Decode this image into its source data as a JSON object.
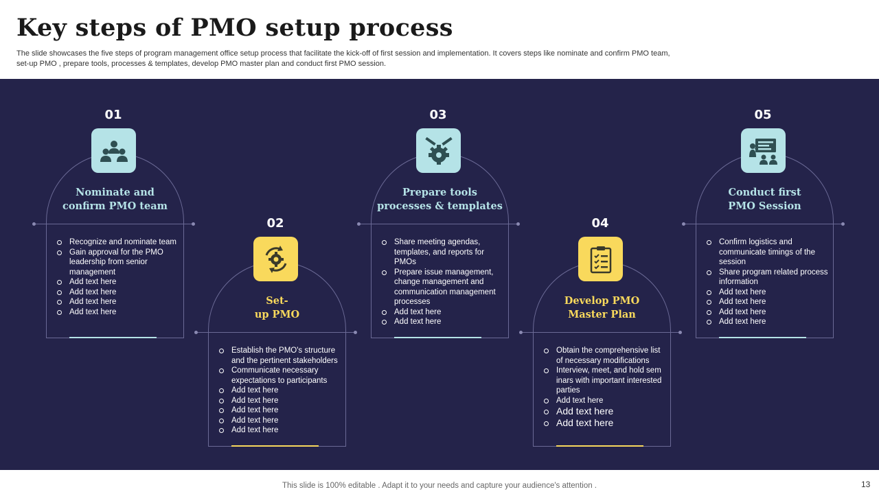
{
  "header": {
    "title": "Key steps of PMO setup process",
    "subtitle": "The slide showcases the five steps of program management office setup process that facilitate the kick-off of first session and implementation. It covers steps like nominate and confirm PMO team, set-up PMO , prepare tools, processes & templates, develop PMO master plan and conduct first PMO session."
  },
  "colors": {
    "panel": "#24234a",
    "teal": "#b5e3e7",
    "yellow": "#f9d95c"
  },
  "steps": [
    {
      "number": "01",
      "icon": "team-icon",
      "title": "Nominate and confirm PMO team",
      "bullets": [
        "Recognize and nominate team",
        "Gain approval for the PMO leadership from senior management",
        "Add text here",
        "Add text here",
        "Add text here",
        "Add text here"
      ]
    },
    {
      "number": "02",
      "icon": "cycle-gear-icon",
      "title": "Set-\nup PMO",
      "bullets": [
        "Establish the PMO's structure and the pertinent stakeholders",
        "Communicate necessary expectations to participants",
        "Add text here",
        "Add text here",
        "Add text here",
        "Add text here",
        "Add text here"
      ]
    },
    {
      "number": "03",
      "icon": "tools-gear-icon",
      "title": "Prepare tools processes & templates",
      "bullets": [
        "Share meeting agendas, templates, and reports for PMOs",
        "Prepare issue management, change management and communication management processes",
        "Add text here",
        "Add text here"
      ]
    },
    {
      "number": "04",
      "icon": "checklist-icon",
      "title": "Develop PMO Master Plan",
      "bullets": [
        "Obtain the comprehensive list of necessary modifications",
        "Interview, meet, and hold sem inars with important interested parties",
        "Add text here",
        "Add text here",
        "Add text here"
      ]
    },
    {
      "number": "05",
      "icon": "presentation-icon",
      "title": "Conduct first PMO Session",
      "bullets": [
        "Confirm logistics and communicate timings of the session",
        "Share program related process information",
        "Add text here",
        "Add text here",
        "Add text here",
        "Add text here"
      ]
    }
  ],
  "footer": {
    "text": "This slide is 100% editable . Adapt it to your needs and capture your audience's attention .",
    "page_number": "13"
  }
}
